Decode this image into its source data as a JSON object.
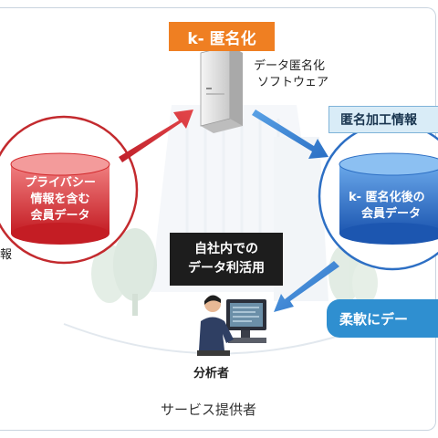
{
  "title_tag": "k- 匿名化",
  "software_label": [
    "データ匿名化",
    "ソフトウェア"
  ],
  "anon_info_tag": "匿名加工情報",
  "left_db": [
    "プライバシー",
    "情報を含む",
    "会員データ"
  ],
  "right_db": [
    "k- 匿名化後の",
    "会員データ"
  ],
  "internal_use": [
    "自社内での",
    "データ利活用"
  ],
  "flexible_pill": "柔軟にデー",
  "left_edge_fragment": "報",
  "analyst_label": "分析者",
  "provider_label": "サービス提供者",
  "colors": {
    "orange": "#ef7f22",
    "red": "#d2282b",
    "blue": "#2d6fc4",
    "pill": "#2f8fd0"
  },
  "icons": [
    "server-icon",
    "database-icon",
    "analyst-computer-icon",
    "building-icon",
    "tree-icon",
    "arrow-icon"
  ]
}
